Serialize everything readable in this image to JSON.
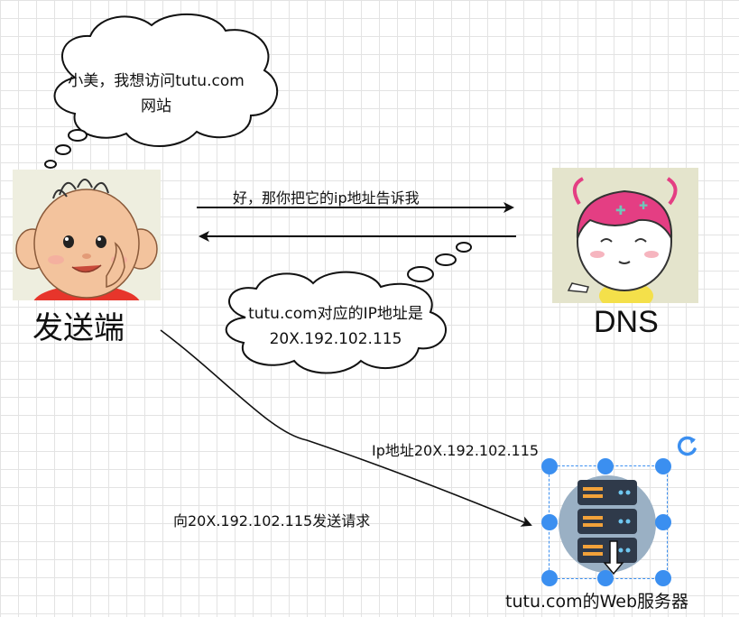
{
  "diagram": {
    "cloud_sender": {
      "line1": "小美，我想访问tutu.com",
      "line2": "网站"
    },
    "sender_label": "发送端",
    "dns_label": "DNS",
    "request_message": "好，那你把它的ip地址告诉我",
    "cloud_dns": {
      "line1": "tutu.com对应的IP地址是",
      "line2": "20X.192.102.115"
    },
    "ip_message": "Ip地址20X.192.102.115",
    "send_request_message": "向20X.192.102.115发送请求",
    "server_label": "tutu.com的Web服务器"
  },
  "colors": {
    "selection_handle": "#3b8ff0",
    "server_circle": "#9ab0c4",
    "server_body": "#2f3a4a",
    "server_stripe": "#f2a23a",
    "dns_hair": "#e43e83",
    "sender_shirt": "#e7352b"
  }
}
